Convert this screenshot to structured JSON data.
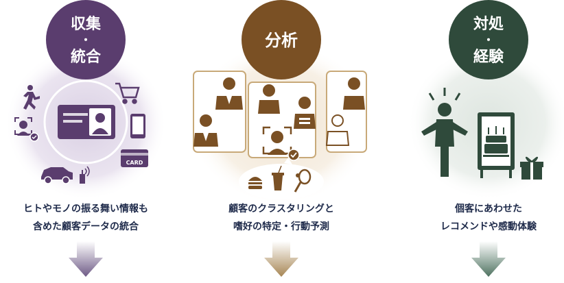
{
  "stages": [
    {
      "title_lines": [
        "収集",
        "・",
        "統合"
      ],
      "color": "#5a3d6e",
      "glow": "#d9cfe3",
      "arrow_color": "#6e5a86",
      "icons": [
        "running-person-icon",
        "face-id-icon",
        "shopping-cart-icon",
        "smartphone-icon",
        "id-card-icon",
        "card-icon",
        "car-icon",
        "router-icon"
      ],
      "card_label": "CARD",
      "caption_lines": [
        "ヒトやモノの振る舞い情報も",
        "含めた顧客データの統合"
      ]
    },
    {
      "title_lines": [
        "分析"
      ],
      "color": "#7a5024",
      "glow": "#f0e3d0",
      "arrow_color": "#a78654",
      "icons": [
        "customer-profile-icon",
        "face-recognition-icon",
        "burger-icon",
        "drink-icon",
        "tennis-icon"
      ],
      "caption_lines": [
        "顧客のクラスタリングと",
        "嗜好の特定・行動予測"
      ]
    },
    {
      "title_lines": [
        "対処",
        "・",
        "経験"
      ],
      "color": "#2f4a3b",
      "glow": "#dde5df",
      "arrow_color": "#4e7260",
      "icons": [
        "excited-person-icon",
        "signage-icon",
        "cake-icon",
        "gift-icon"
      ],
      "caption_lines": [
        "個客にあわせた",
        "レコメンドや感動体験"
      ]
    }
  ]
}
